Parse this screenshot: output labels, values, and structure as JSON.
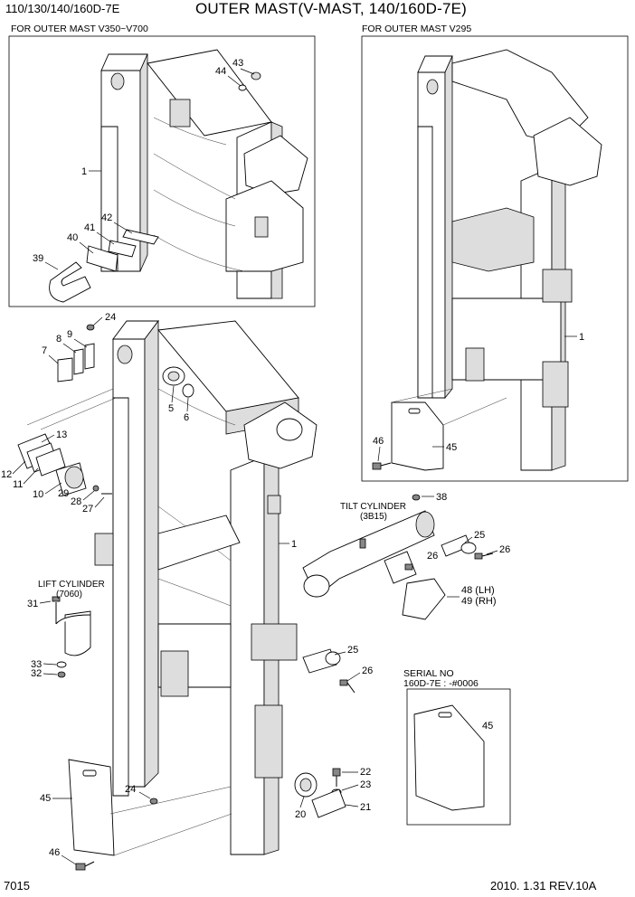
{
  "header": {
    "models": "110/130/140/160D-7E",
    "title": "OUTER MAST(V-MAST, 140/160D-7E)"
  },
  "insets": {
    "left_title": "FOR OUTER MAST V350~V700",
    "right_title": "FOR OUTER MAST V295",
    "serial_title": "SERIAL NO",
    "serial_value": "160D-7E : -#0006"
  },
  "annotations": {
    "tilt_cylinder": "TILT CYLINDER",
    "tilt_cylinder_ref": "(3B15)",
    "lift_cylinder": "LIFT CYLINDER",
    "lift_cylinder_ref": "(7060)"
  },
  "callouts": {
    "c43": "43",
    "c44": "44",
    "c1a": "1",
    "c42": "42",
    "c41": "41",
    "c40": "40",
    "c39": "39",
    "c1b": "1",
    "c46a": "46",
    "c45a": "45",
    "c24a": "24",
    "c9": "9",
    "c8": "8",
    "c7": "7",
    "c5": "5",
    "c6": "6",
    "c13": "13",
    "c12": "12",
    "c11": "11",
    "c10": "10",
    "c29": "29",
    "c28": "28",
    "c27": "27",
    "c1c": "1",
    "c38": "38",
    "c25a": "25",
    "c26a": "26",
    "c26b": "26",
    "c48": "48 (LH)",
    "c49": "49 (RH)",
    "c31": "31",
    "c33": "33",
    "c32": "32",
    "c25b": "25",
    "c26c": "26",
    "c45b": "45",
    "c22": "22",
    "c23": "23",
    "c21": "21",
    "c20": "20",
    "c45c": "45",
    "c24b": "24",
    "c46b": "46"
  },
  "footer": {
    "page_code": "7015",
    "date_rev": "2010. 1.31  REV.10A"
  }
}
